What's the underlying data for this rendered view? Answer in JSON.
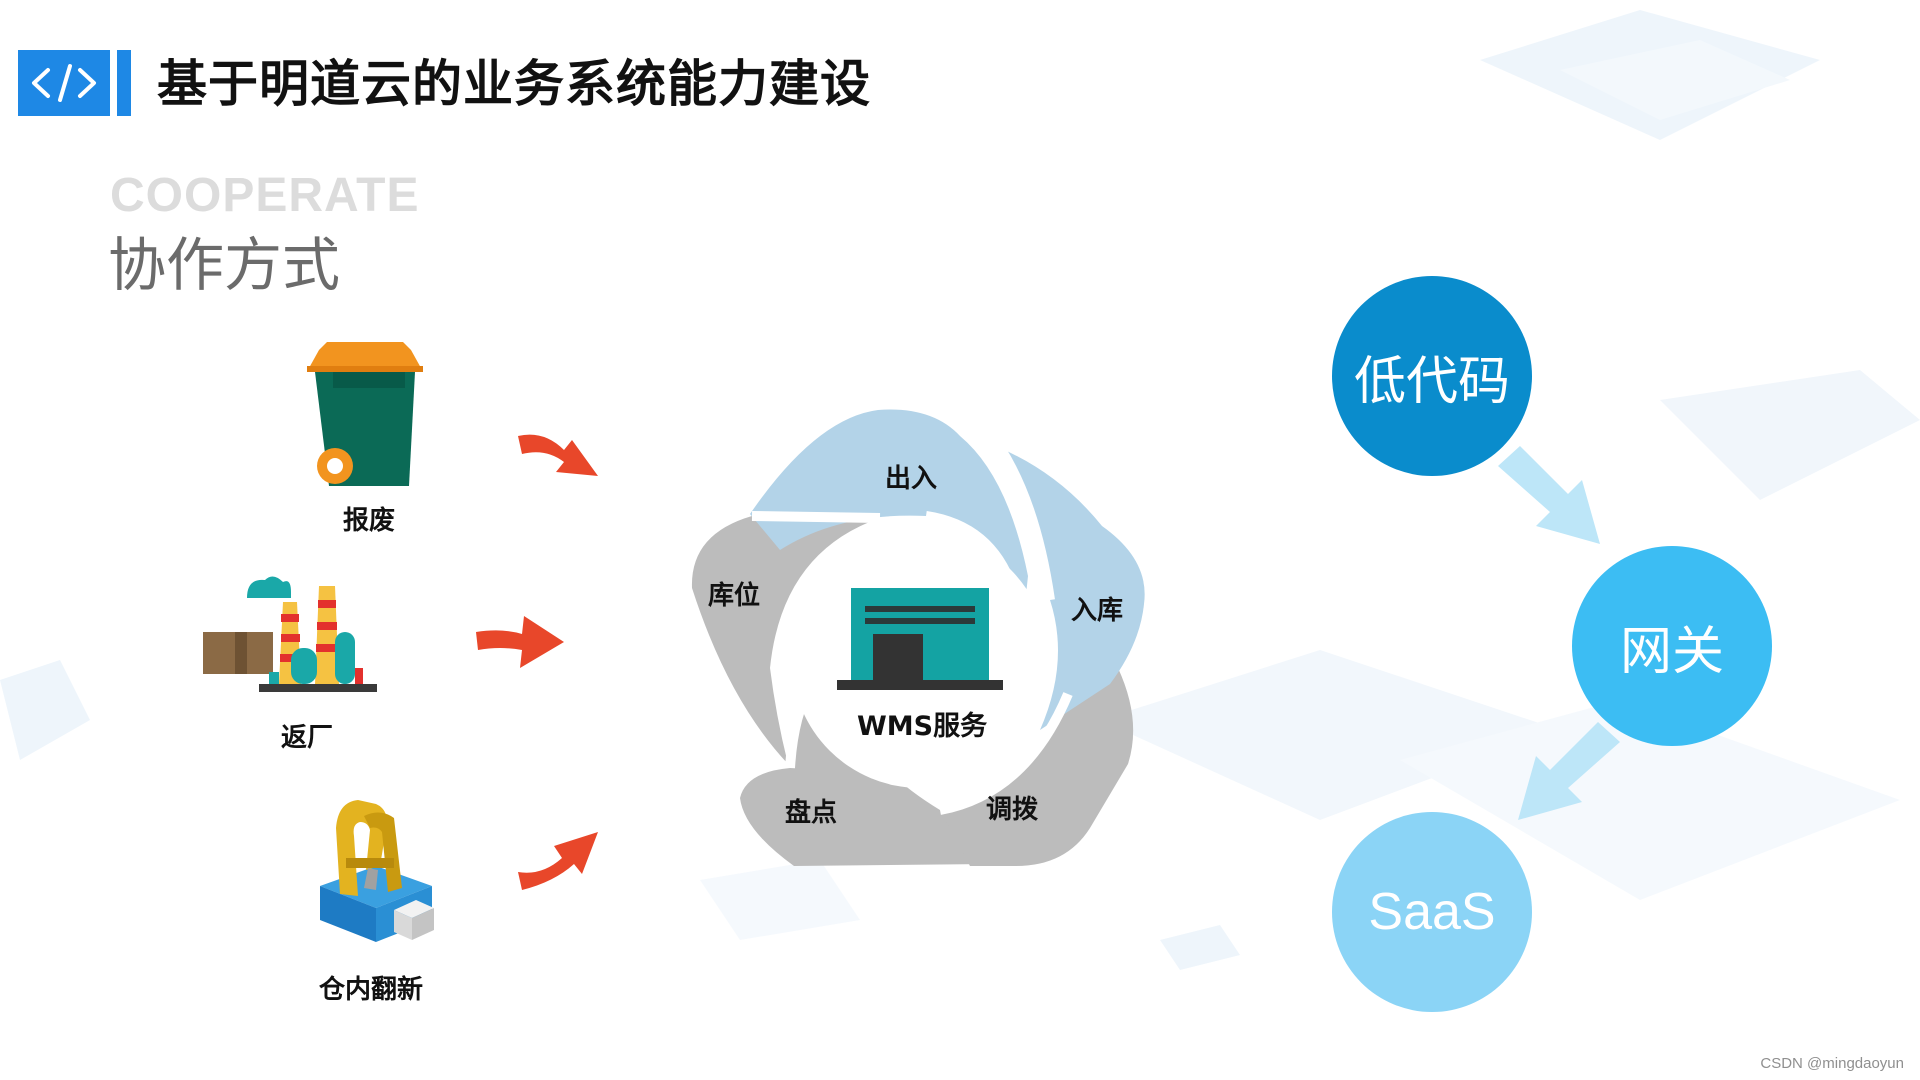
{
  "header": {
    "code_icon": "code-brackets-icon",
    "code_icon_text": "</>",
    "title": "基于明道云的业务系统能力建设"
  },
  "section": {
    "label_en": "COOPERATE",
    "label_zh": "协作方式"
  },
  "inputs": [
    {
      "label": "报废",
      "icon": "waste-bin-icon"
    },
    {
      "label": "返厂",
      "icon": "factory-icon"
    },
    {
      "label": "仓内翻新",
      "icon": "robot-arm-icon"
    }
  ],
  "wms_cycle": {
    "center_label": "WMS服务",
    "center_icon": "warehouse-icon",
    "segments": [
      "出入",
      "入库",
      "调拨",
      "盘点",
      "库位"
    ]
  },
  "stack": [
    "低代码",
    "网关",
    "SaaS"
  ],
  "colors": {
    "accent": "#1e88e5",
    "arrow": "#e8472a",
    "segment_blue": "#b3d3e8",
    "segment_gray": "#bcbcbc",
    "circle_dark": "#0a8ccc",
    "circle_mid": "#3cbdf3",
    "circle_light": "#8bd4f6"
  },
  "watermark": "CSDN @mingdaoyun"
}
